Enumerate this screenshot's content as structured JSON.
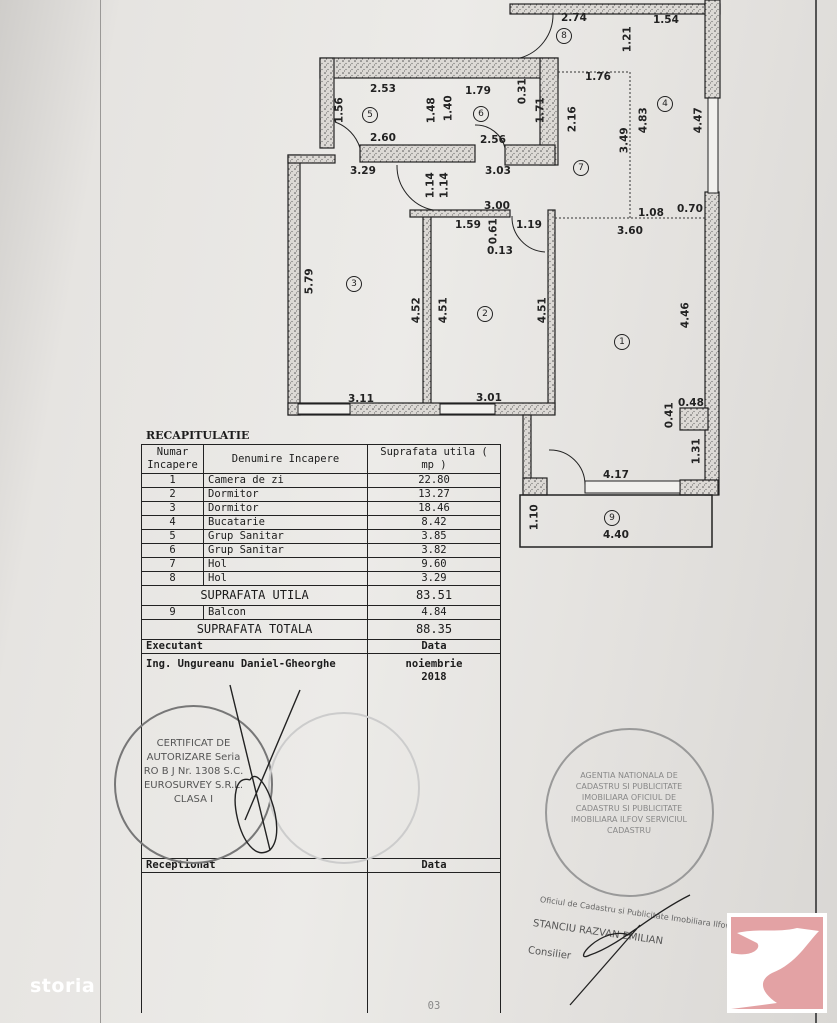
{
  "plan": {
    "rooms": [
      "1",
      "2",
      "3",
      "4",
      "5",
      "6",
      "7",
      "8",
      "9"
    ],
    "dimensions": [
      "2.74",
      "1.54",
      "1.21",
      "1.76",
      "2.53",
      "1.79",
      "0.31",
      "1.56",
      "1.48",
      "1.40",
      "1.71",
      "2.16",
      "4.83",
      "3.49",
      "4.47",
      "2.60",
      "2.56",
      "3.29",
      "3.03",
      "1.14",
      "1.14",
      "3.00",
      "1.59",
      "0.61",
      "0.13",
      "1.19",
      "1.08",
      "0.70",
      "3.60",
      "5.79",
      "4.52",
      "4.51",
      "4.51",
      "4.46",
      "3.11",
      "3.01",
      "0.41",
      "0.48",
      "1.31",
      "4.17",
      "1.10",
      "4.40"
    ]
  },
  "recap": {
    "title": "RECAPITULATIE",
    "headers": {
      "number": "Numar Incapere",
      "name": "Denumire Incapere",
      "area": "Suprafata utila ( mp )"
    },
    "rows": [
      {
        "no": "1",
        "name": "Camera de zi",
        "area": "22.80"
      },
      {
        "no": "2",
        "name": "Dormitor",
        "area": "13.27"
      },
      {
        "no": "3",
        "name": "Dormitor",
        "area": "18.46"
      },
      {
        "no": "4",
        "name": "Bucatarie",
        "area": "8.42"
      },
      {
        "no": "5",
        "name": "Grup Sanitar",
        "area": "3.85"
      },
      {
        "no": "6",
        "name": "Grup Sanitar",
        "area": "3.82"
      },
      {
        "no": "7",
        "name": "Hol",
        "area": "9.60"
      },
      {
        "no": "8",
        "name": "Hol",
        "area": "3.29"
      }
    ],
    "usable_label": "SUPRAFATA UTILA",
    "usable_value": "83.51",
    "balcony": {
      "no": "9",
      "name": "Balcon",
      "area": "4.84"
    },
    "total_label": "SUPRAFATA TOTALA",
    "total_value": "88.35",
    "executant_label": "Executant",
    "date_label": "Data",
    "executant_name": "Ing. Ungureanu Daniel-Gheorghe",
    "date_month": "noiembrie",
    "date_year": "2018",
    "received_label": "Receptionat",
    "received_date_label": "Data"
  },
  "stamps": {
    "left": "CERTIFICAT DE AUTORIZARE Seria RO B J Nr. 1308 S.C. EUROSURVEY S.R.L. CLASA I",
    "right": "AGENTIA NATIONALA DE CADASTRU SI PUBLICITATE IMOBILIARA OFICIUL DE CADASTRU SI PUBLICITATE IMOBILIARA ILFOV SERVICIUL CADASTRU",
    "office_line": "Oficiul de Cadastru si Publicitate Imobiliara Ilfov",
    "official_name": "STANCIU RAZVAN EMILIAN",
    "official_role": "Consilier",
    "date_stamp": "03"
  },
  "watermark": {
    "brand": "storia"
  },
  "colors": {
    "logo_bg": "#e3a2a4",
    "wall": "#bdbab6"
  }
}
